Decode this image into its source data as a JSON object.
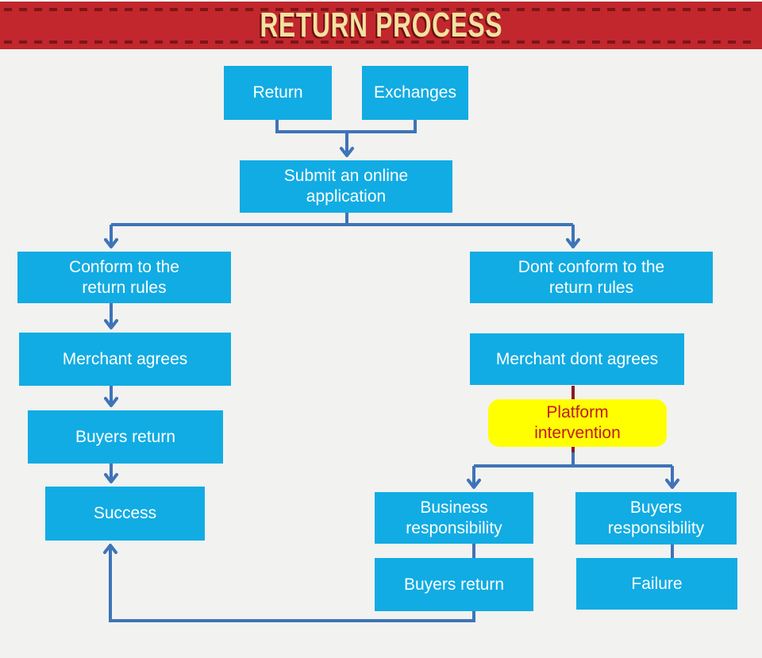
{
  "header": {
    "title": "RETURN PROCESS"
  },
  "colors": {
    "page_bg": "#F2F2F1",
    "banner_bg": "#C1272D",
    "banner_dash": "#7C1519",
    "banner_text": "#F2E2A0",
    "node_fill": "#11ACE3",
    "node_text": "#FFFFFF",
    "highlight_fill": "#FFFF00",
    "highlight_text": "#C01A1E",
    "connector": "#3E74B8",
    "connector_dark": "#8C1A20"
  },
  "nodes": {
    "return": {
      "label": "Return"
    },
    "exchanges": {
      "label": "Exchanges"
    },
    "submit": {
      "label": "Submit an online\napplication"
    },
    "conform": {
      "label": "Conform to the\nreturn rules"
    },
    "dont_conform": {
      "label": "Dont conform to the\nreturn rules"
    },
    "merchant_agrees": {
      "label": "Merchant agrees"
    },
    "merchant_dont": {
      "label": "Merchant dont agrees"
    },
    "buyers_return_left": {
      "label": "Buyers return"
    },
    "platform": {
      "label": "Platform\nintervention"
    },
    "success": {
      "label": "Success"
    },
    "business_resp": {
      "label": "Business\nresponsibility"
    },
    "buyers_resp": {
      "label": "Buyers\nresponsibility"
    },
    "buyers_return_right": {
      "label": "Buyers return"
    },
    "failure": {
      "label": "Failure"
    }
  }
}
